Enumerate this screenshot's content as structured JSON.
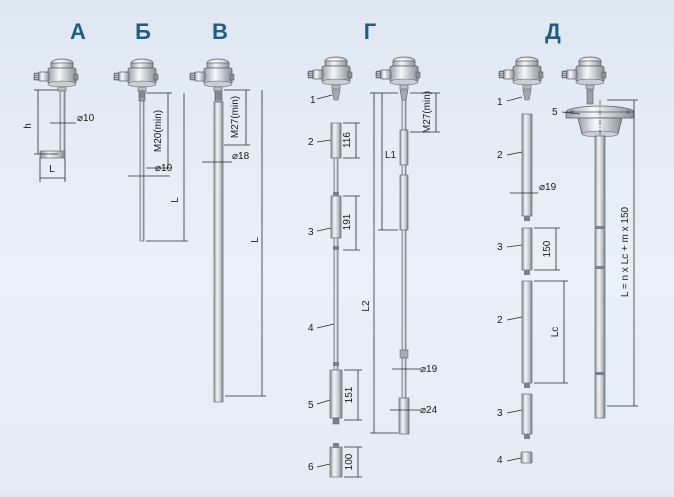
{
  "headers": {
    "A": "А",
    "B": "Б",
    "V": "В",
    "G": "Г",
    "D": "Д"
  },
  "labels": {
    "a_h": "h",
    "a_phi10": "⌀10",
    "a_L": "L",
    "b_thread": "M20(min)",
    "b_phi10": "⌀10",
    "b_L": "L",
    "v_thread": "M27(min)",
    "v_phi18": "⌀18",
    "v_L": "L",
    "g_116": "116",
    "g_191": "191",
    "g_151": "151",
    "g_100": "100",
    "g_L1": "L1",
    "g_L2": "L2",
    "g_thread": "M27(min)",
    "g_phi19": "⌀19",
    "g_phi24": "⌀24",
    "d_phi19": "⌀19",
    "d_150": "150",
    "d_Lc": "Lc",
    "d_formula": "L = n x Lc + m x 150"
  },
  "callouts": {
    "g": [
      "1",
      "2",
      "3",
      "4",
      "5",
      "6"
    ],
    "d": [
      "1",
      "2",
      "3",
      "2",
      "3",
      "4",
      "5"
    ]
  },
  "colors": {
    "header": "#1f5d86",
    "background": "#e6edf5"
  }
}
